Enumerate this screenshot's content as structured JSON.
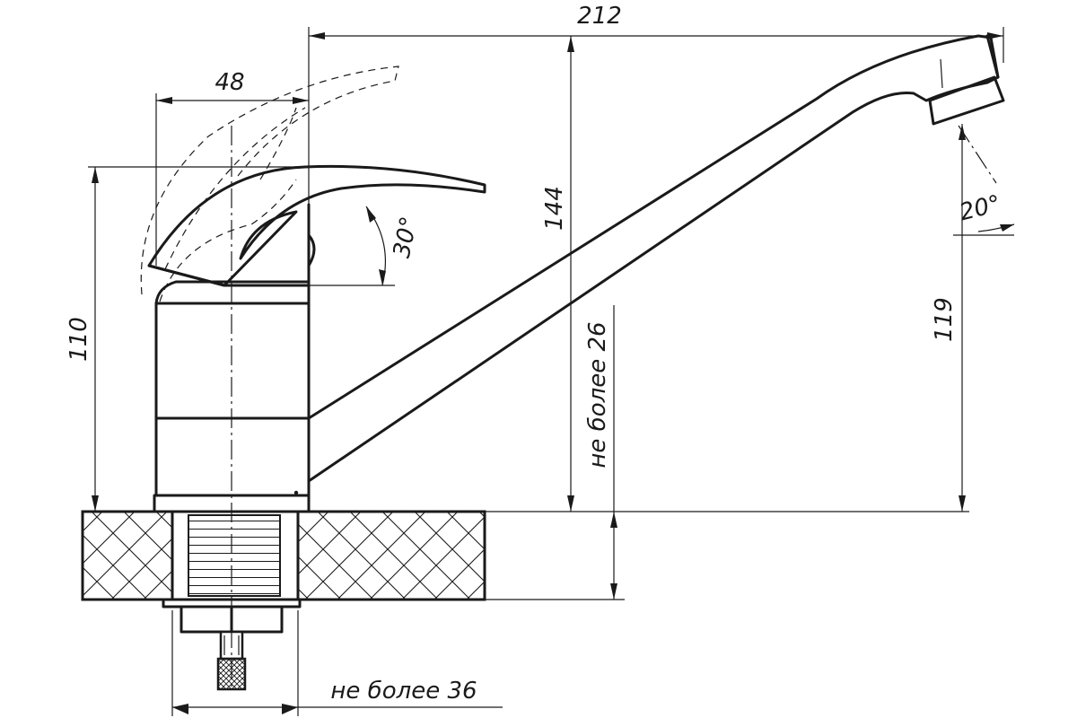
{
  "dimensions": {
    "spout_reach": "212",
    "handle_offset": "48",
    "spout_height": "144",
    "body_height": "110",
    "outlet_height": "119",
    "counter_thickness": "не более 26",
    "mount_depth": "не более 36",
    "handle_angle": "30°",
    "aerator_angle": "20°"
  }
}
